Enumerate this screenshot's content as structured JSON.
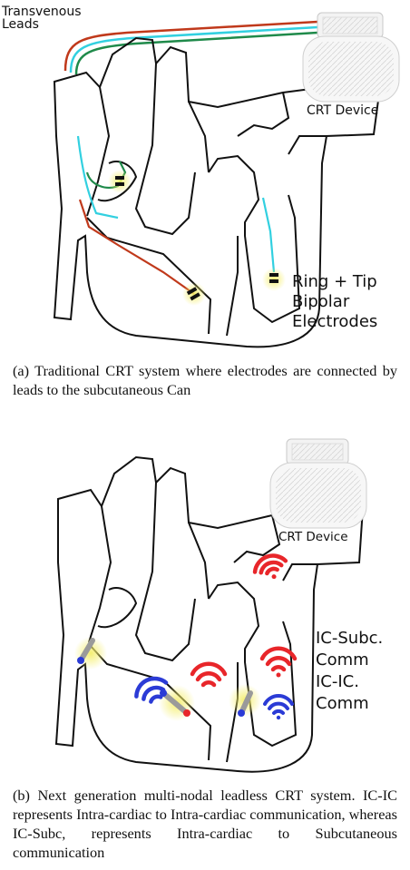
{
  "figure_a": {
    "leads_label_line1": "Transvenous",
    "leads_label_line2": "Leads",
    "device_label": "CRT Device",
    "electrodes_label_line1": "Ring + Tip",
    "electrodes_label_line2": "Bipolar",
    "electrodes_label_line3": "Electrodes",
    "caption": "(a)  Traditional CRT system where electrodes are connected by leads to the subcutaneous Can"
  },
  "figure_b": {
    "device_label": "CRT Device",
    "ic_subc_line1": "IC-Subc.",
    "ic_subc_line2": "Comm",
    "ic_ic_line1": "IC-IC.",
    "ic_ic_line2": "Comm",
    "caption": "(b) Next generation multi-nodal leadless CRT system. IC-IC represents Intra-cardiac to Intra-cardiac communication, whereas IC-Subc, represents Intra-cardiac to Subcutaneous communication"
  },
  "colors": {
    "lead_red": "#c0391b",
    "lead_cyan": "#32d0e0",
    "lead_green": "#1f8a4a",
    "ic_subc_red": "#e8262a",
    "ic_ic_blue": "#2b3bd6",
    "glow_yellow": "#f4ee6a"
  }
}
